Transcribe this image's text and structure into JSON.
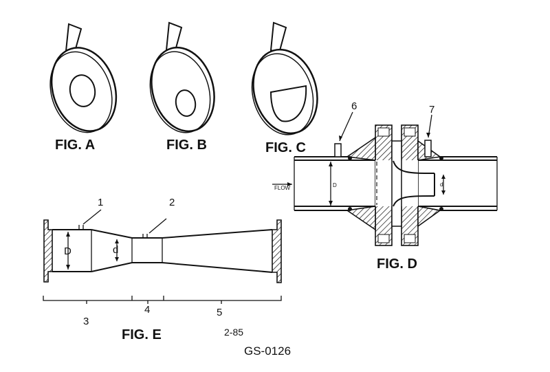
{
  "figures": {
    "a": {
      "caption": "FIG. A"
    },
    "b": {
      "caption": "FIG. B"
    },
    "c": {
      "caption": "FIG. C"
    },
    "d": {
      "caption": "FIG. D",
      "flow_label": "FLOW",
      "dim_D": "D",
      "dim_d": "d",
      "callouts": [
        "6",
        "7"
      ]
    },
    "e": {
      "caption": "FIG. E",
      "dim_D": "D",
      "dim_d": "d",
      "callouts": [
        "1",
        "2"
      ],
      "sections": [
        "3",
        "4",
        "5"
      ]
    }
  },
  "date_code": "2-85",
  "drawing_id": "GS-0126"
}
